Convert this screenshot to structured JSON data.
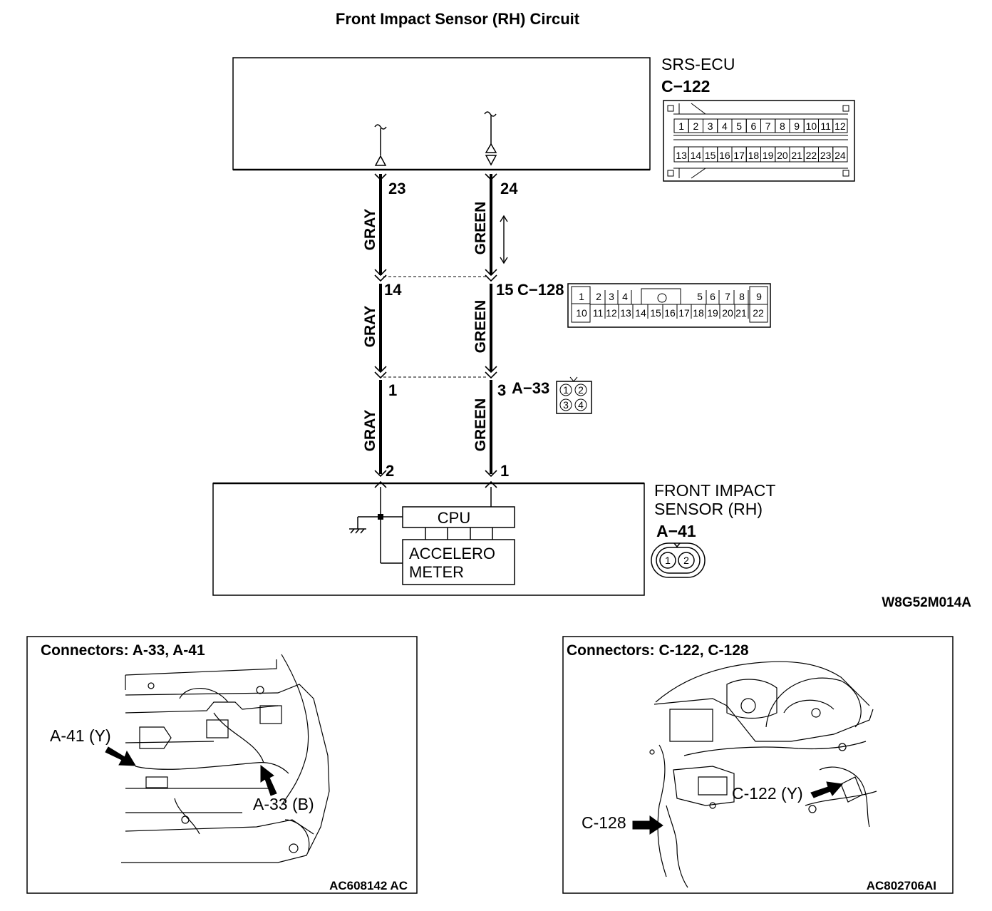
{
  "title": "Front Impact Sensor (RH) Circuit",
  "ecu": {
    "name": "SRS-ECU",
    "connector": "C−122",
    "pins_top": [
      "1",
      "2",
      "3",
      "4",
      "5",
      "6",
      "7",
      "8",
      "9",
      "10",
      "11",
      "12"
    ],
    "pins_bottom": [
      "13",
      "14",
      "15",
      "16",
      "17",
      "18",
      "19",
      "20",
      "21",
      "22",
      "23",
      "24"
    ]
  },
  "wires": {
    "left": {
      "color_label": "GRAY",
      "pins": [
        "23",
        "14",
        "1",
        "2"
      ]
    },
    "right": {
      "color_label": "GREEN",
      "pins": [
        "24",
        "15",
        "3",
        "1"
      ]
    }
  },
  "connectors": {
    "c128": {
      "label": "C−128",
      "pins_top": [
        "1",
        "2",
        "3",
        "4",
        "5",
        "6",
        "7",
        "8",
        "9"
      ],
      "pins_bottom": [
        "10",
        "11",
        "12",
        "13",
        "14",
        "15",
        "16",
        "17",
        "18",
        "19",
        "20",
        "21",
        "22"
      ]
    },
    "a33": {
      "label": "A−33",
      "pins": [
        "1",
        "2",
        "3",
        "4"
      ]
    }
  },
  "sensor": {
    "name_line1": "FRONT IMPACT",
    "name_line2": "SENSOR (RH)",
    "connector": "A−41",
    "pins": [
      "1",
      "2"
    ],
    "cpu": "CPU",
    "accel_line1": "ACCELERO",
    "accel_line2": "METER"
  },
  "diagram_code": "W8G52M014A",
  "panel_left": {
    "title": "Connectors: A-33, A-41",
    "callout_a41": "A-41 (Y)",
    "callout_a33": "A-33 (B)",
    "code": "AC608142 AC"
  },
  "panel_right": {
    "title": "Connectors: C-122, C-128",
    "callout_c128": "C-128",
    "callout_c122": "C-122 (Y)",
    "code": "AC802706AI"
  }
}
